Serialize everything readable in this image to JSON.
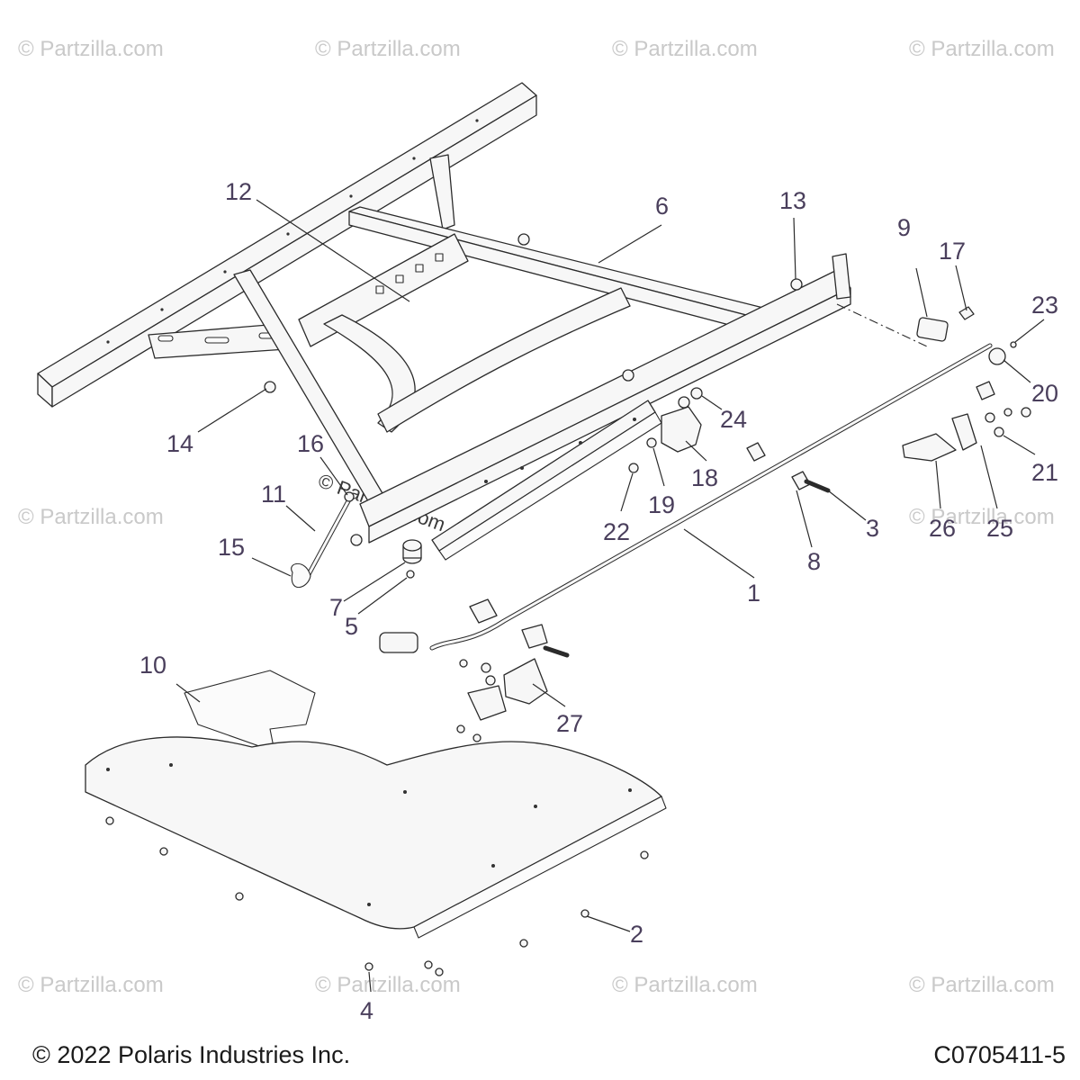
{
  "watermark": {
    "text": "© Partzilla.com",
    "center_text": "© Partzilla.com"
  },
  "callouts": [
    "1",
    "2",
    "3",
    "4",
    "5",
    "6",
    "7",
    "8",
    "9",
    "10",
    "11",
    "12",
    "13",
    "14",
    "15",
    "16",
    "17",
    "18",
    "19",
    "20",
    "21",
    "22",
    "23",
    "24",
    "25",
    "26",
    "27"
  ],
  "footer": {
    "copyright": "© 2022 Polaris Industries Inc.",
    "figure_code": "C0705411-5"
  }
}
